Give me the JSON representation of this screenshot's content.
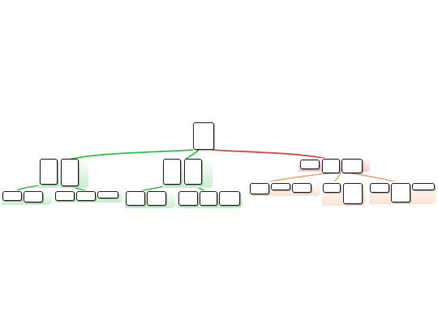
{
  "colors": {
    "green": "#33c24a",
    "red": "#e24a4a",
    "orange": "#f2a36e",
    "green_fill": "#c9f0cc",
    "red_fill": "#f8c8c8",
    "orange_fill": "#fde3d2"
  },
  "diagram": {
    "root": {
      "id": "root",
      "text": ""
    },
    "branches": [
      {
        "id": "b1",
        "color": "green"
      },
      {
        "id": "b2",
        "color": "green"
      },
      {
        "id": "b3",
        "color": "red"
      }
    ]
  }
}
